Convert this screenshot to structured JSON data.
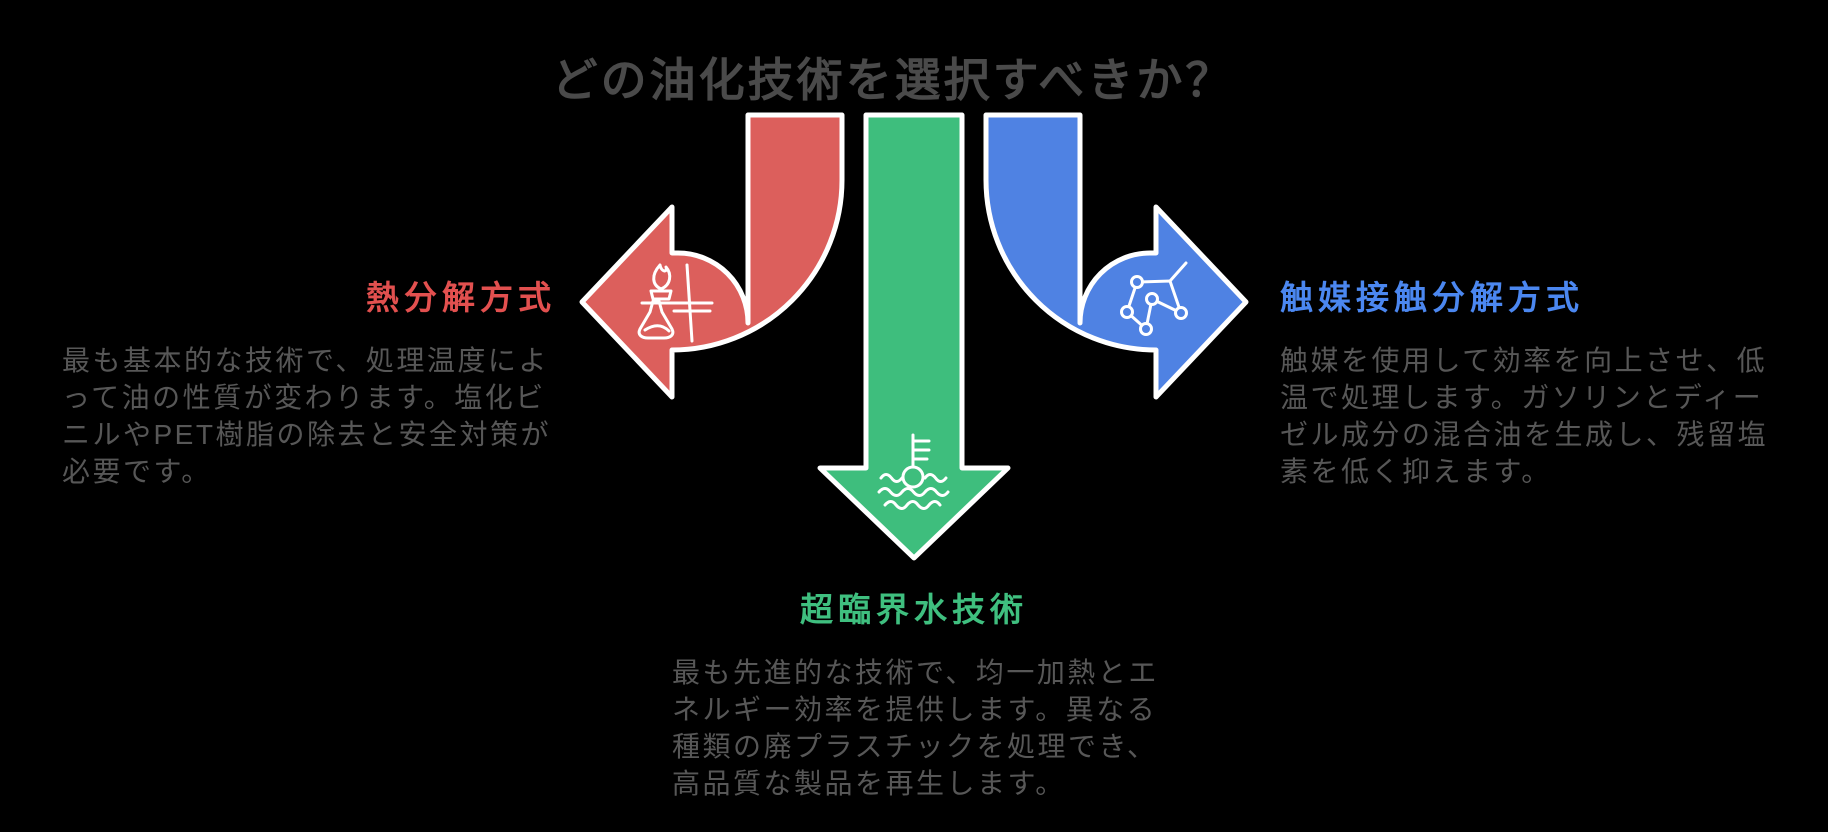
{
  "title": "どの油化技術を選択すべきか？",
  "colors": {
    "background": "#000000",
    "title_text": "#4A4A4A",
    "body_text": "#575757",
    "red_arrow": "#DC5F5C",
    "green_arrow": "#3EBE7D",
    "blue_arrow": "#4F82E3",
    "red_label": "#E2504F",
    "green_label": "#3FBF7F",
    "blue_label": "#4B87F0"
  },
  "methods": {
    "pyrolysis": {
      "label": "熱分解方式",
      "icon": "burner-flask-icon",
      "arrow_direction": "curved-left",
      "body_lines": {
        "0": "最も基本的な技術で、処理温度によ",
        "1": "って油の性質が変わります。塩化ビ",
        "2": "ニルやPET樹脂の除去と安全対策が",
        "3": "必要です。"
      }
    },
    "supercritical": {
      "label": "超臨界水技術",
      "icon": "thermometer-water-icon",
      "arrow_direction": "straight-down",
      "body_lines": {
        "0": "最も先進的な技術で、均一加熱とエ",
        "1": "ネルギー効率を提供します。異なる",
        "2": "種類の廃プラスチックを処理でき、",
        "3": "高品質な製品を再生します。"
      }
    },
    "catalytic": {
      "label": "触媒接触分解方式",
      "icon": "molecule-icon",
      "arrow_direction": "curved-right",
      "body_lines": {
        "0": "触媒を使用して効率を向上させ、低",
        "1": "温で処理します。ガソリンとディー",
        "2": "ゼル成分の混合油を生成し、残留塩",
        "3": "素を低く抑えます。"
      }
    }
  }
}
